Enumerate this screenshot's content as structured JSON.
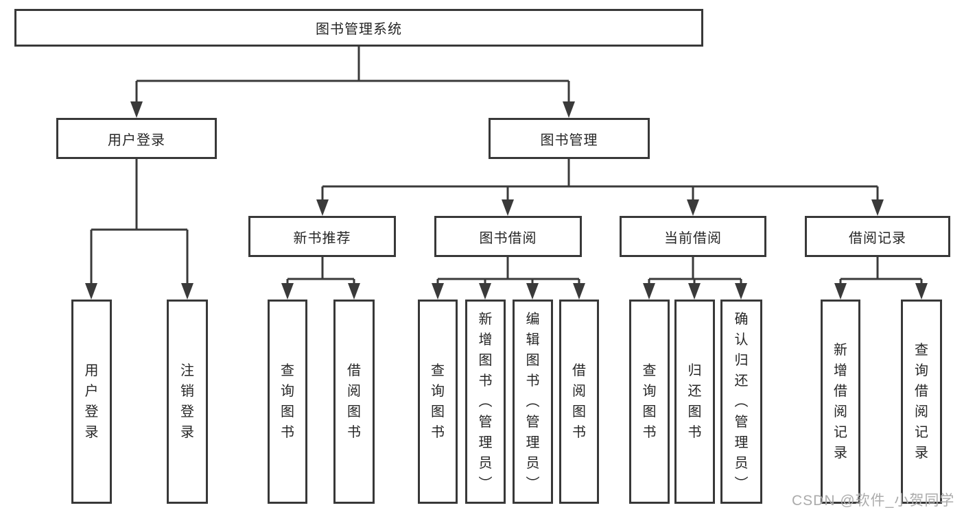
{
  "diagram": {
    "root": {
      "label": "图书管理系统"
    },
    "branches": [
      {
        "label": "用户登录",
        "children": [
          {
            "label": "用户登录"
          },
          {
            "label": "注销登录"
          }
        ]
      },
      {
        "label": "图书管理",
        "children": [
          {
            "label": "新书推荐",
            "children": [
              {
                "label": "查询图书"
              },
              {
                "label": "借阅图书"
              }
            ]
          },
          {
            "label": "图书借阅",
            "children": [
              {
                "label": "查询图书"
              },
              {
                "label": "新增图书（管理员）"
              },
              {
                "label": "编辑图书（管理员）"
              },
              {
                "label": "借阅图书"
              }
            ]
          },
          {
            "label": "当前借阅",
            "children": [
              {
                "label": "查询图书"
              },
              {
                "label": "归还图书"
              },
              {
                "label": "确认归还（管理员）"
              }
            ]
          },
          {
            "label": "借阅记录",
            "children": [
              {
                "label": "新增借阅记录"
              },
              {
                "label": "查询借阅记录"
              }
            ]
          }
        ]
      }
    ]
  },
  "watermark": "CSDN @软件_小贺同学",
  "colors": {
    "line": "#3a3a3a",
    "border": "#383838",
    "text": "#262626",
    "watermark": "#ababab",
    "background": "#ffffff"
  }
}
